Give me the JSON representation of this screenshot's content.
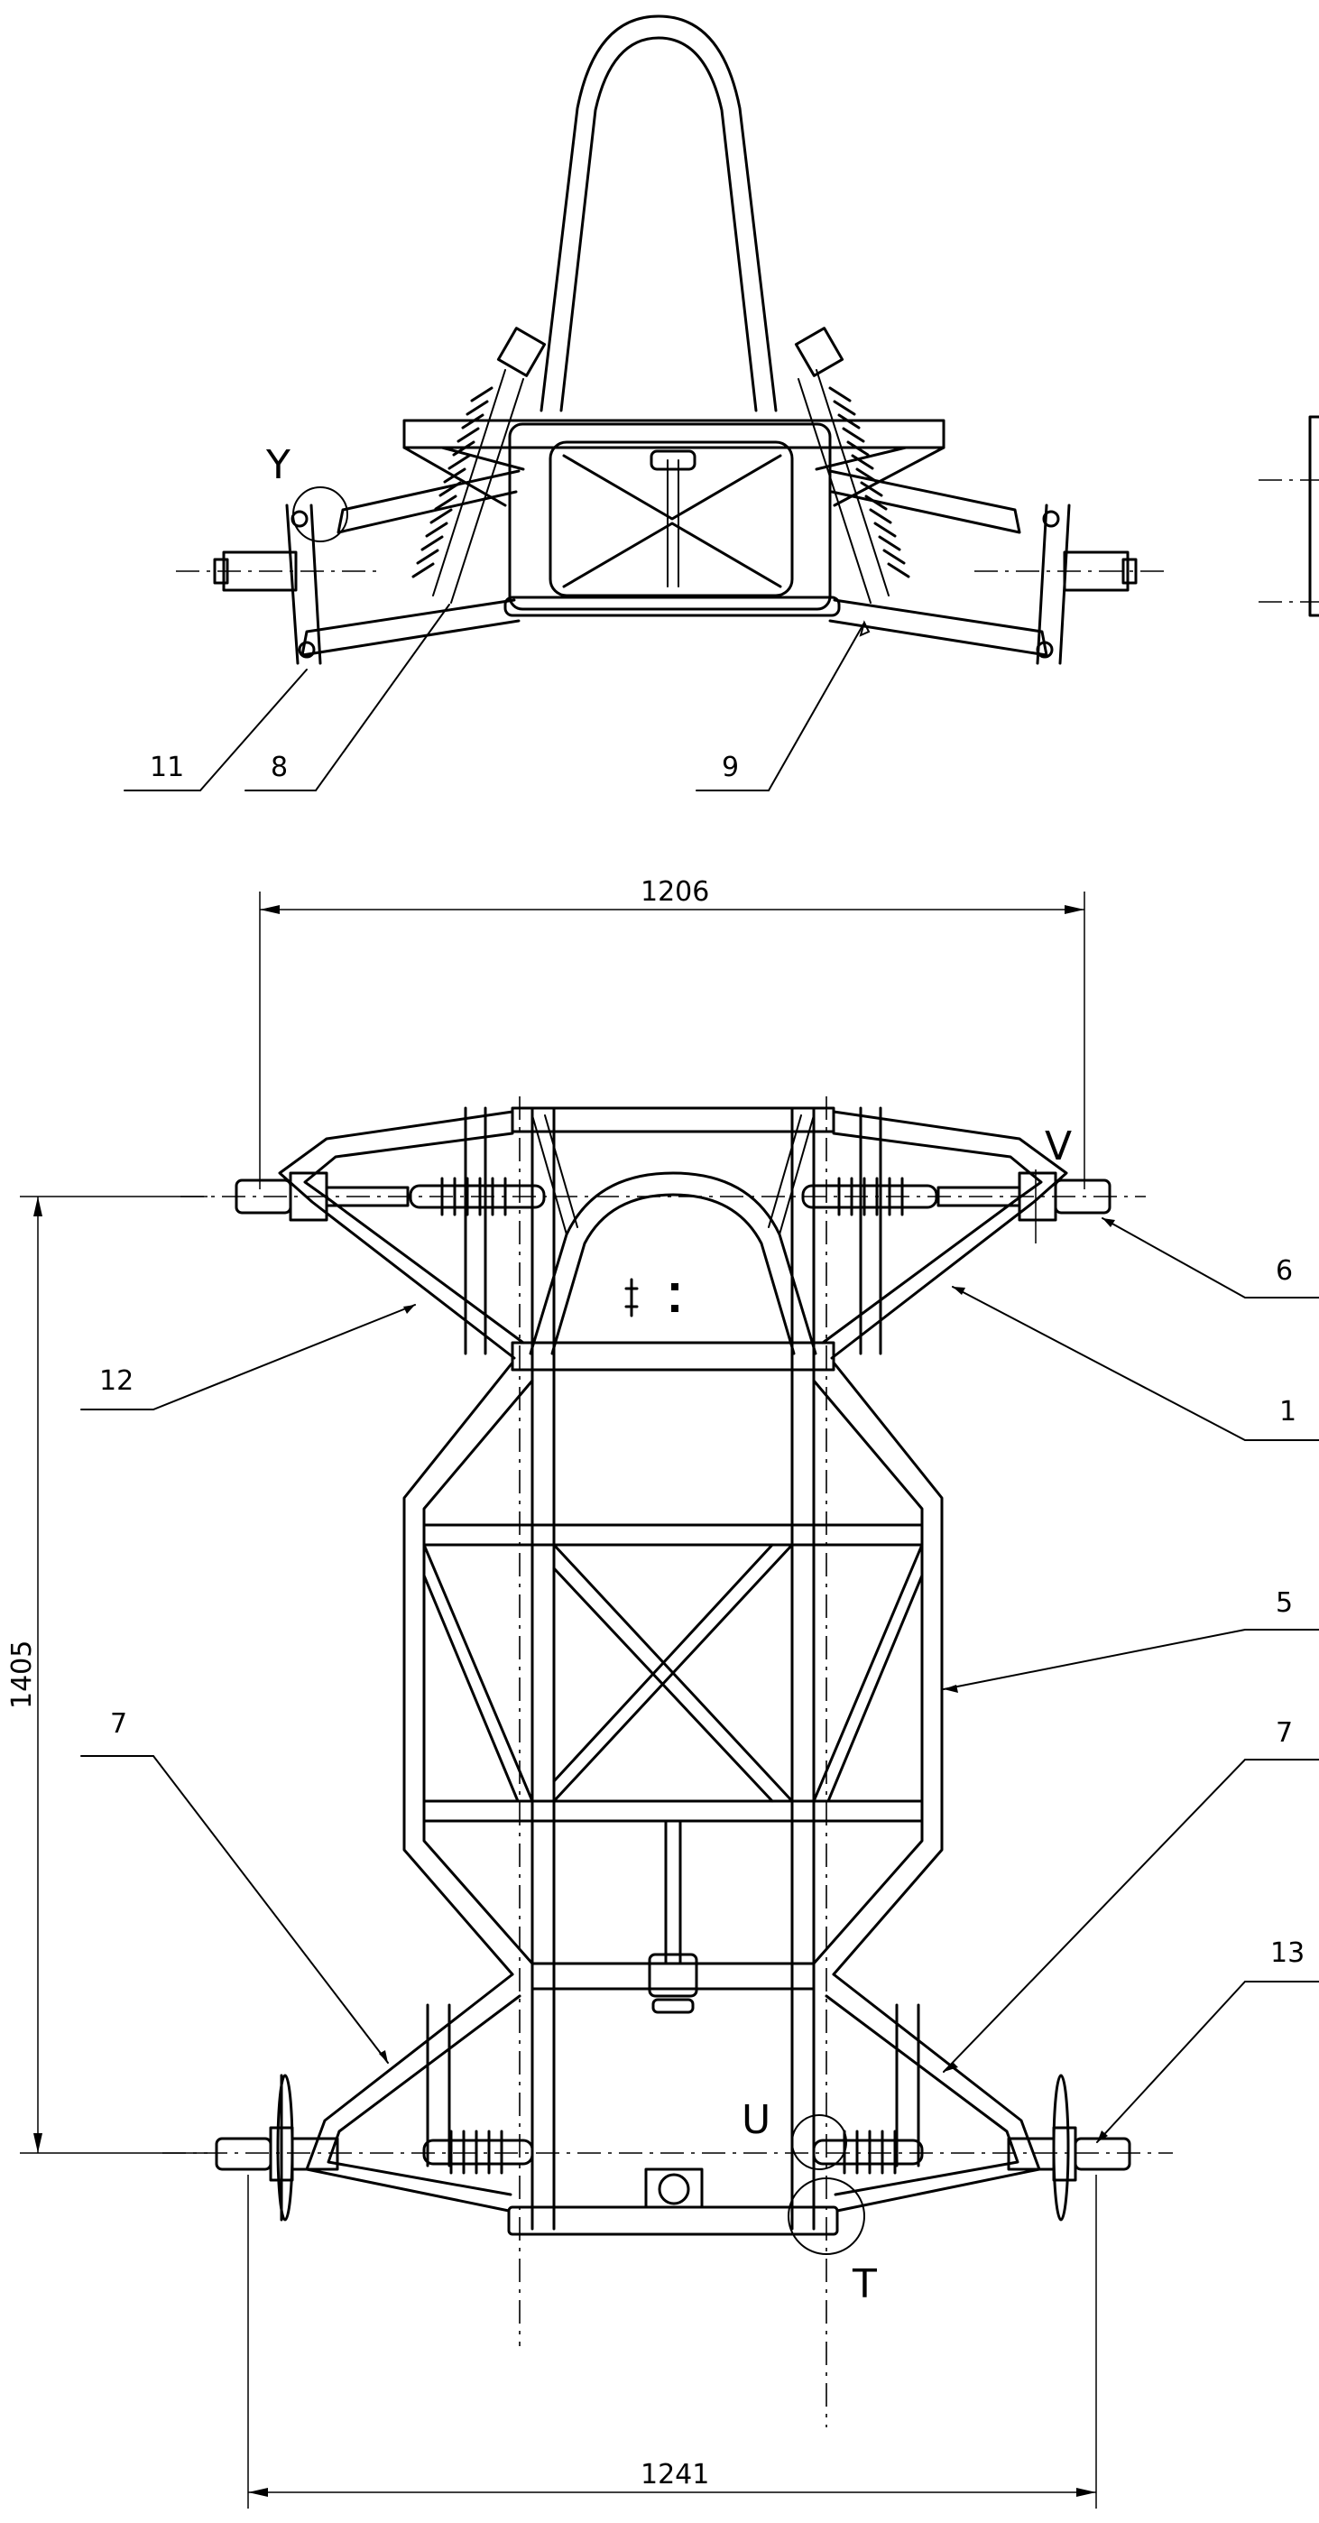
{
  "dimensions": {
    "track_front": "1206",
    "wheelbase": "1405",
    "track_rear": "1241"
  },
  "callouts": {
    "c11": "11",
    "c8": "8",
    "c9": "9",
    "c6": "6",
    "c1": "1",
    "c12": "12",
    "c5": "5",
    "c7_left": "7",
    "c7_right": "7",
    "c13": "13"
  },
  "detail_views": {
    "y": "Y",
    "v": "V",
    "u": "U",
    "t": "T"
  }
}
